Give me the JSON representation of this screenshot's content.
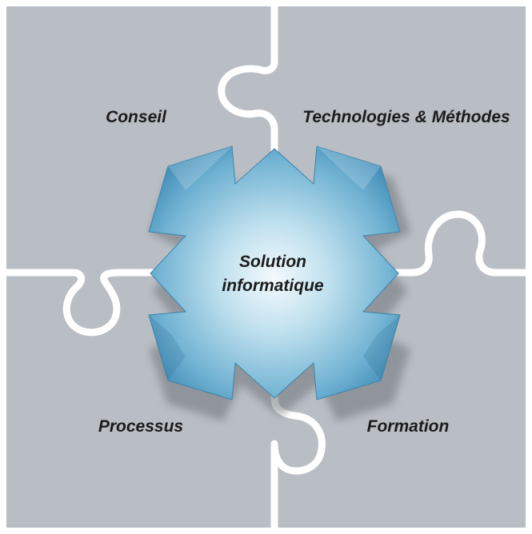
{
  "pieces": [
    {
      "id": "top-left",
      "label": "Conseil"
    },
    {
      "id": "top-right",
      "label": "Technologies & Méthodes"
    },
    {
      "id": "bottom-left",
      "label": "Processus"
    },
    {
      "id": "bottom-right",
      "label": "Formation"
    }
  ],
  "center": {
    "line1": "Solution",
    "line2": "informatique"
  },
  "colors": {
    "puzzle_piece": "#b9bec4",
    "seam": "#ffffff",
    "star_light": "#eef6fa",
    "star_mid": "#8dc3da",
    "star_dark": "#3d88b2",
    "shadow": "#7d8288"
  }
}
